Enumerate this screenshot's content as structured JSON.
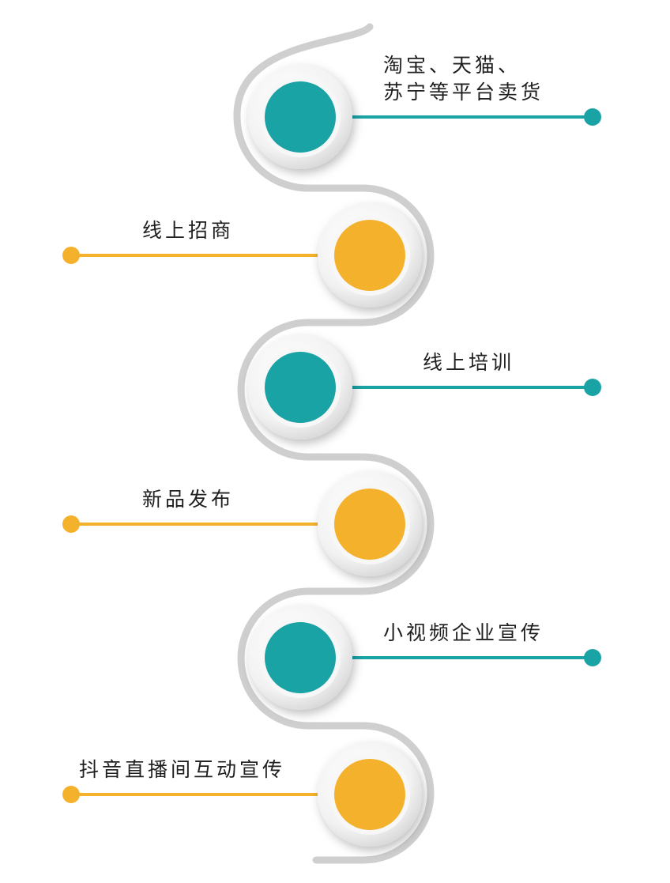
{
  "colors": {
    "teal": "#1aa3a5",
    "gold": "#f4b12b",
    "ring": "#ededed",
    "path": "#c7c7c7"
  },
  "items": [
    {
      "label": "淘宝、天猫、\n苏宁等平台卖货",
      "color": "teal",
      "side": "right"
    },
    {
      "label": "线上招商",
      "color": "gold",
      "side": "left"
    },
    {
      "label": "线上培训",
      "color": "teal",
      "side": "right"
    },
    {
      "label": "新品发布",
      "color": "gold",
      "side": "left"
    },
    {
      "label": "小视频企业宣传",
      "color": "teal",
      "side": "right"
    },
    {
      "label": "抖音直播间互动宣传",
      "color": "gold",
      "side": "left"
    }
  ]
}
